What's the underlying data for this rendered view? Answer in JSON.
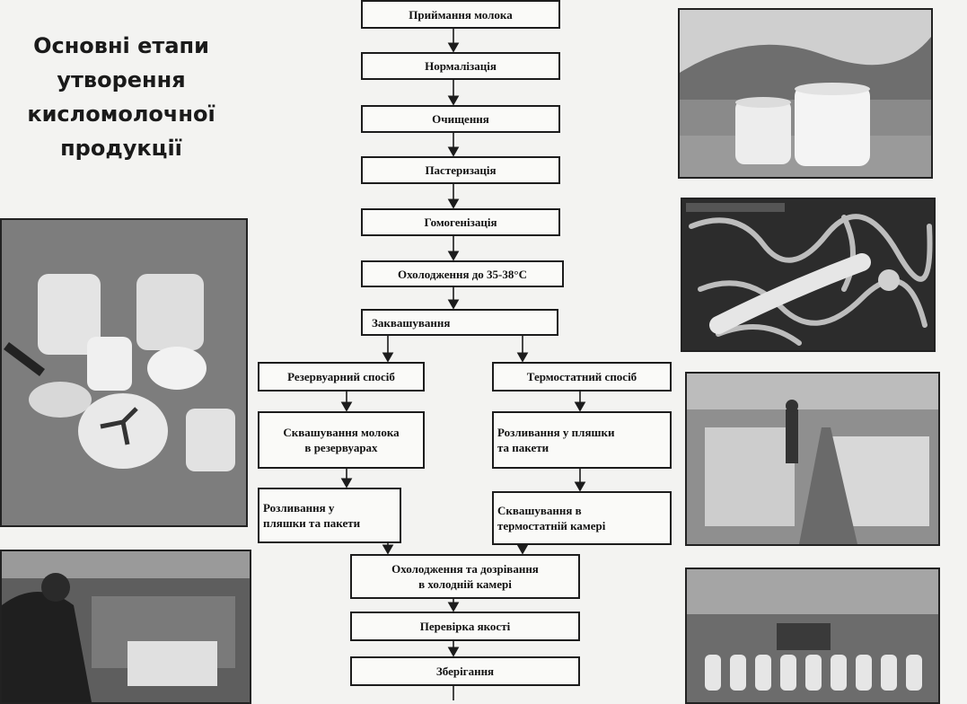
{
  "title": {
    "line1": "Основні етапи",
    "line2": "утворення",
    "line3": "кисломолочної",
    "line4": "продукції"
  },
  "steps": {
    "receiving": "Приймання молока",
    "normalization": "Нормалізація",
    "cleaning": "Очищення",
    "pasteurization": "Пастеризація",
    "homogenization": "Гомогенізація",
    "cooling": "Охолодження до 35-38°С",
    "fermentation": "Заквашування",
    "reservoir_method": "Резервуарний спосіб",
    "thermostat_method": "Термостатний спосіб",
    "reservoir_souring_1": "Сквашування молока",
    "reservoir_souring_2": "в резервуарах",
    "thermo_bottling_1": "Розливання у пляшки",
    "thermo_bottling_2": "та пакети",
    "reservoir_bottling_1": "Розливання у",
    "reservoir_bottling_2": "пляшки та пакети",
    "thermo_souring_1": "Сквашування в",
    "thermo_souring_2": "термостатній камері",
    "cooling_maturation_1": "Охолодження та дозрівання",
    "cooling_maturation_2": "в холодній камері",
    "quality_check": "Перевірка якості",
    "storage": "Зберігання"
  },
  "photos": [
    {
      "icon": "milk-jugs-photo"
    },
    {
      "icon": "bacteria-micrograph-photo"
    },
    {
      "icon": "dairy-products-photo"
    },
    {
      "icon": "dairy-workshop-photo"
    },
    {
      "icon": "factory-worker-photo"
    },
    {
      "icon": "bottling-line-photo"
    }
  ]
}
